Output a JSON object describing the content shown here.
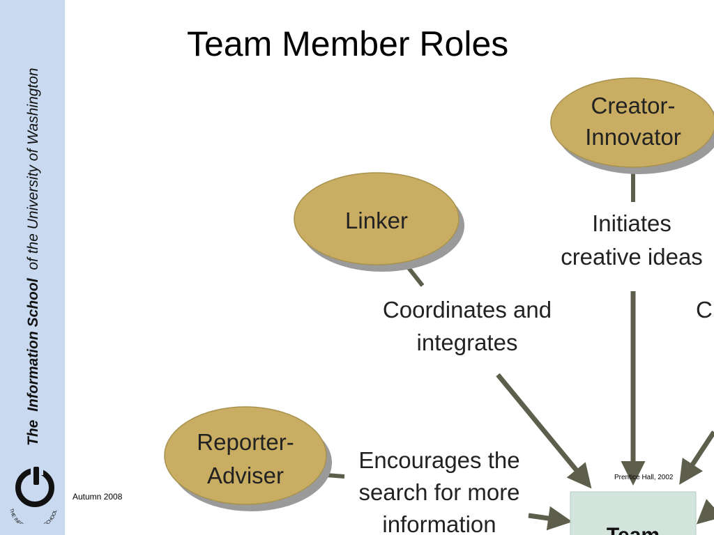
{
  "sidebar": {
    "vertical_text_1": "The",
    "vertical_text_2": "Information School",
    "vertical_text_3": "of the University of Washington",
    "logo_ring_text": "THE INFORMATION SCHOOL"
  },
  "slide": {
    "title": "Team Member Roles",
    "footer_date": "Autumn 2008",
    "credit": "Prentice Hall, 2002"
  },
  "diagram": {
    "nodes": {
      "creator": [
        "Creator-",
        "Innovator"
      ],
      "linker": [
        "Linker"
      ],
      "reporter": [
        "Reporter-",
        "Adviser"
      ],
      "team": [
        "Team"
      ]
    },
    "descriptions": {
      "creator": [
        "Initiates",
        "creative ideas"
      ],
      "linker": [
        "Coordinates and",
        "integrates"
      ],
      "reporter": [
        "Encourages the",
        "search for more",
        "information"
      ],
      "partial_right": "Cl"
    },
    "colors": {
      "node_fill": "#c9ad62",
      "node_shadow": "#9a9a9a",
      "arrow": "#5e5e4c",
      "team_box": "#d2e4dc",
      "sidebar": "#c9d9ef"
    }
  }
}
